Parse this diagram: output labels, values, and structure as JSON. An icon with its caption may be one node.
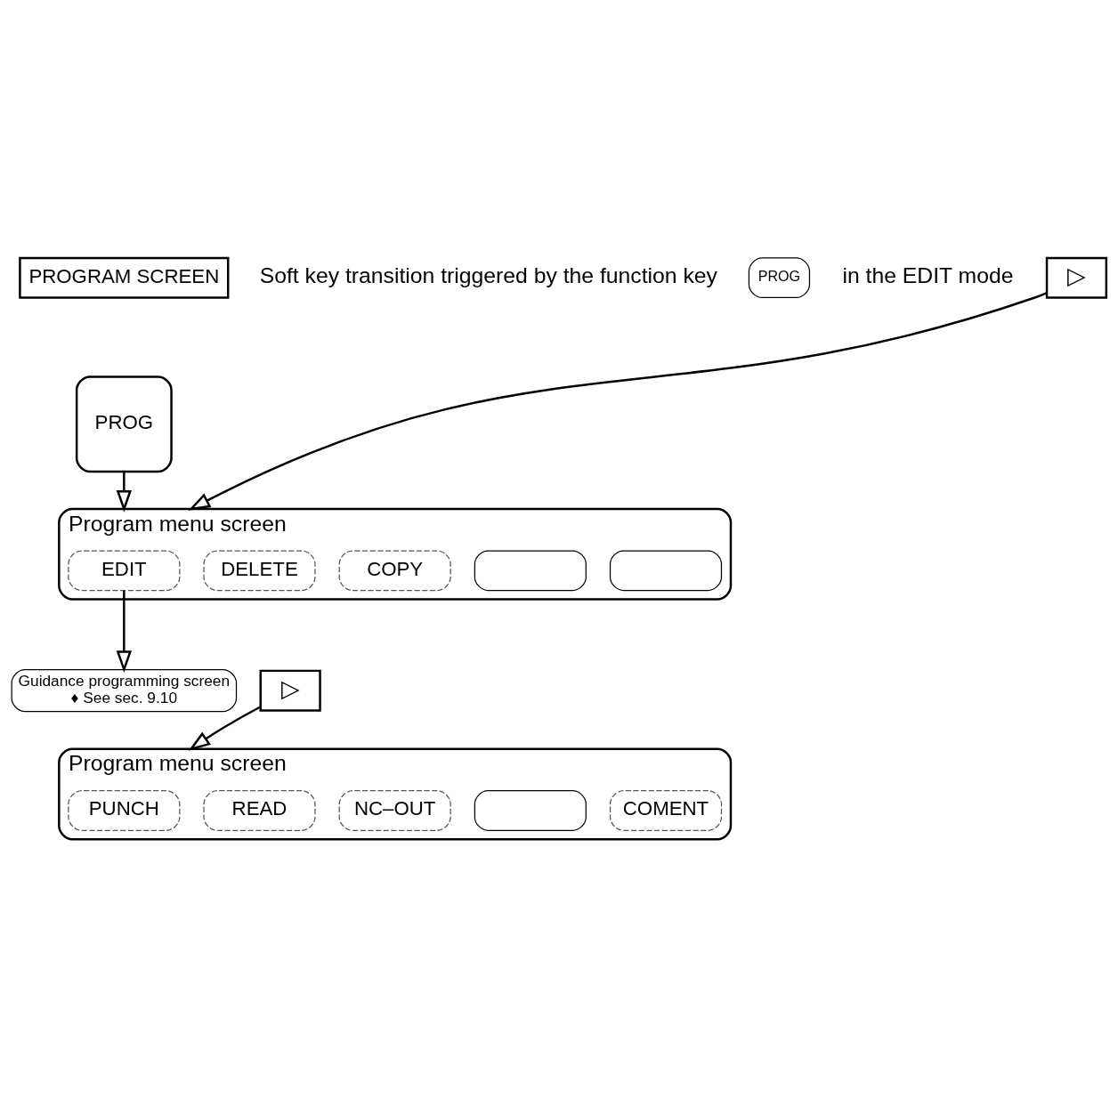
{
  "diagram": {
    "nodes": [
      {
        "text": [
          "PROGRAM SCREEN"
        ]
      },
      {
        "text": [
          "PROG"
        ]
      },
      {
        "text": [
          "PROG"
        ]
      },
      {
        "text": [
          "Program menu screen"
        ]
      },
      {
        "text": [
          "EDIT"
        ],
        "in": 3
      },
      {
        "text": [
          "DELETE"
        ],
        "in": 3
      },
      {
        "text": [
          "COPY"
        ],
        "in": 3
      },
      {
        "text": [],
        "shape": "box",
        "in": 3
      },
      {
        "text": [],
        "shape": "box",
        "in": 3
      },
      {
        "text": [
          "▷"
        ]
      },
      {
        "text": [
          "Guidance programming screen",
          "♦ See sec. 9.10"
        ]
      },
      {
        "text": [
          "Program menu screen"
        ]
      },
      {
        "text": [
          "PUNCH"
        ],
        "in": 11
      },
      {
        "text": [
          "READ"
        ],
        "in": 11
      },
      {
        "text": [
          "NC–OUT"
        ],
        "in": 11
      },
      {
        "text": [],
        "shape": "box",
        "in": 11
      },
      {
        "text": [
          "COMENT"
        ],
        "in": 11
      },
      {
        "text": [
          "▷"
        ]
      }
    ],
    "edges": [
      {
        "from": 2,
        "to": 3,
        "arrow": "to"
      },
      {
        "from": 4,
        "to": 10,
        "arrow": "to"
      },
      {
        "from": 9,
        "to": 11,
        "arrow": "to"
      },
      {
        "from": 17,
        "to": 3,
        "arrow": "to"
      }
    ],
    "labels": [
      "Soft key transition triggered by the function key",
      "in the EDIT mode"
    ]
  }
}
